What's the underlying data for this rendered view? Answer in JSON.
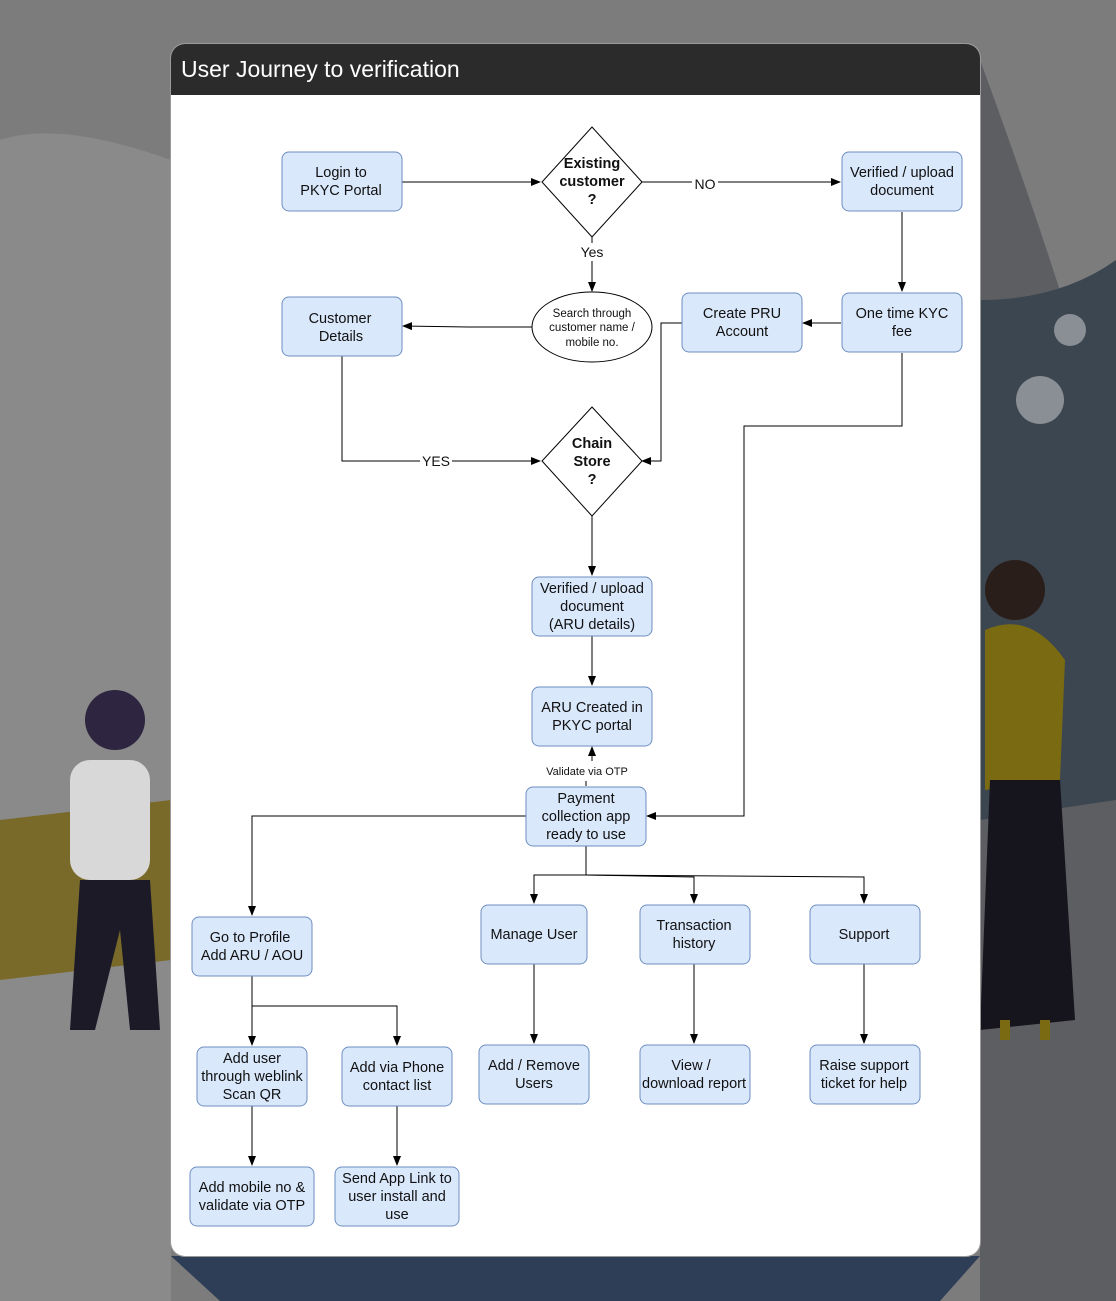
{
  "header": {
    "title": "User Journey to verification"
  },
  "nodes": {
    "login": [
      "Login to",
      "PKYC Portal"
    ],
    "existing": [
      "Existing",
      "customer",
      "?"
    ],
    "verified_top": [
      "Verified / upload",
      "document"
    ],
    "customer_details": [
      "Customer",
      "Details"
    ],
    "search": [
      "Search through",
      "customer name /",
      "mobile no."
    ],
    "create_pru": [
      "Create PRU",
      "Account"
    ],
    "kyc_fee": [
      "One time KYC",
      "fee"
    ],
    "chain": [
      "Chain",
      "Store",
      "?"
    ],
    "verified_aru": [
      "Verified / upload",
      "document",
      "(ARU details)"
    ],
    "aru_created": [
      "ARU Created in",
      "PKYC portal"
    ],
    "payment_app": [
      "Payment",
      "collection app",
      "ready to use"
    ],
    "profile": [
      "Go to Profile",
      "Add ARU / AOU"
    ],
    "manage_user": [
      "Manage User"
    ],
    "transaction": [
      "Transaction",
      "history"
    ],
    "support": [
      "Support"
    ],
    "add_weblink": [
      "Add user",
      "through weblink",
      "Scan QR"
    ],
    "add_phone": [
      "Add via Phone",
      "contact list"
    ],
    "add_remove": [
      "Add / Remove",
      "Users"
    ],
    "view_report": [
      "View /",
      "download report"
    ],
    "raise_ticket": [
      "Raise support",
      "ticket for help"
    ],
    "add_mobile": [
      "Add mobile no &",
      "validate via OTP"
    ],
    "send_link": [
      "Send App Link  to",
      "user install and",
      "use"
    ]
  },
  "edge_labels": {
    "no": "NO",
    "yes": "Yes",
    "yes_caps": "YES",
    "otp": "Validate via OTP"
  }
}
